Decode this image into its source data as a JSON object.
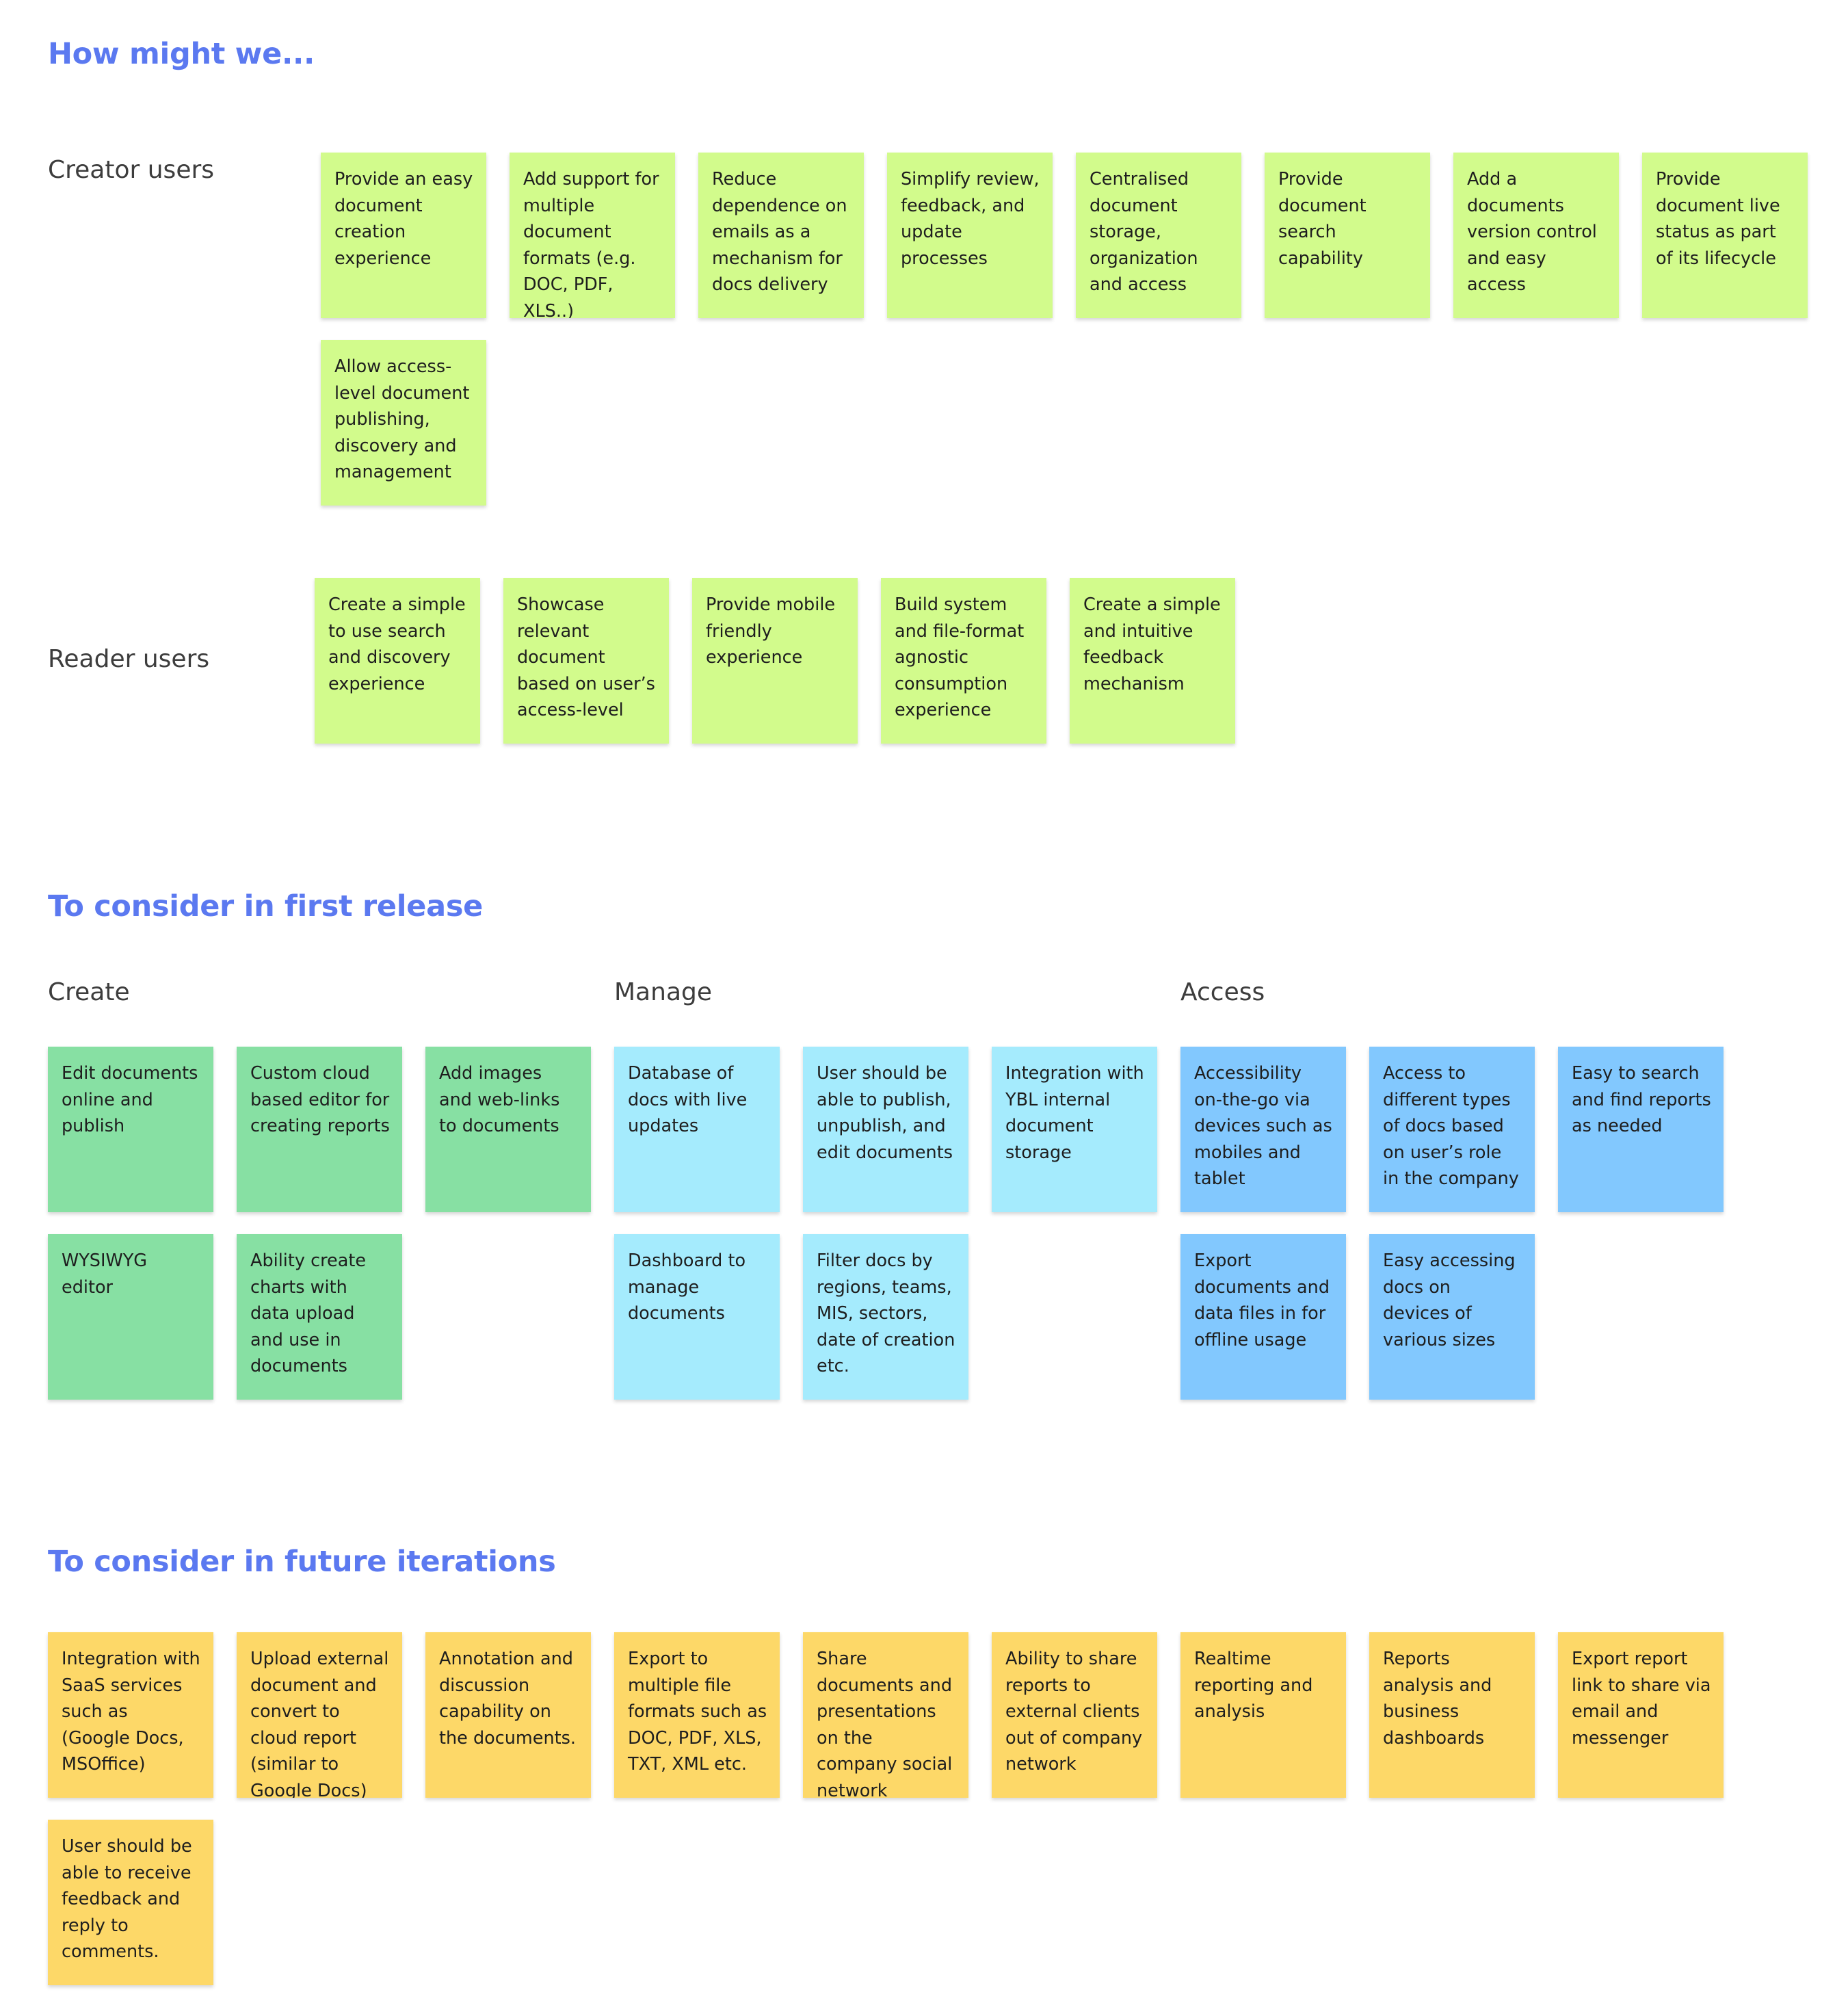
{
  "sections": {
    "hmw": "How might we...",
    "first_release": "To consider in first release",
    "future": "To consider in future iterations"
  },
  "groups": {
    "creator": "Creator users",
    "reader": "Reader users",
    "create": "Create",
    "manage": "Manage",
    "access": "Access"
  },
  "colors": {
    "heading": "#5b79f0",
    "hmw_note": "#d2fb8c",
    "create_note": "#87e0a3",
    "manage_note": "#a5ebfd",
    "access_note": "#82c8fe",
    "future_note": "#fdd868"
  },
  "notes": {
    "creator": [
      "Provide an easy document creation experience",
      "Add support for multiple document formats (e.g. DOC, PDF, XLS..)",
      "Reduce dependence on emails as a mechanism for docs delivery",
      "Simplify review, feedback, and update processes",
      "Centralised document storage, organization and access",
      "Provide document search capability",
      "Add a documents version control and easy access",
      "Provide document live status as part of its lifecycle",
      "Allow access-level document publishing, discovery and management"
    ],
    "reader": [
      "Create a simple to use search and discovery experience",
      "Showcase relevant document based on user’s access-level",
      "Provide mobile friendly experience",
      "Build system and file-format agnostic consumption experience",
      "Create a simple and intuitive feedback mechanism"
    ],
    "create": [
      "Edit documents online and publish",
      "Custom cloud based editor for creating reports",
      "Add images and web-links to documents",
      "WYSIWYG editor",
      "Ability create charts with data upload and use in documents"
    ],
    "manage": [
      "Database of docs with live updates",
      "User should be able to publish, unpublish, and edit documents",
      "Integration with YBL internal document storage",
      "Dashboard to manage documents",
      "Filter docs by regions, teams, MIS, sectors, date of creation etc."
    ],
    "access": [
      "Accessibility on-the-go via devices such as mobiles and tablet",
      "Access to different types of docs based on user’s role in the company",
      "Easy to search and find reports as needed",
      "Export documents and data files in for offline usage",
      "Easy accessing docs on devices of various sizes"
    ],
    "future": [
      "Integration with SaaS services such as (Google Docs, MSOffice)",
      "Upload external document and convert to cloud report (similar to Google Docs)",
      "Annotation and discussion capability on the documents.",
      "Export to multiple file formats such as DOC, PDF, XLS, TXT, XML etc.",
      "Share documents and presentations on the company social network",
      "Ability to share reports to external clients out of company network",
      "Realtime reporting and analysis",
      "Reports analysis and business dashboards",
      "Export report link to share via email and messenger",
      "User should be able to receive feedback and reply to comments."
    ]
  }
}
